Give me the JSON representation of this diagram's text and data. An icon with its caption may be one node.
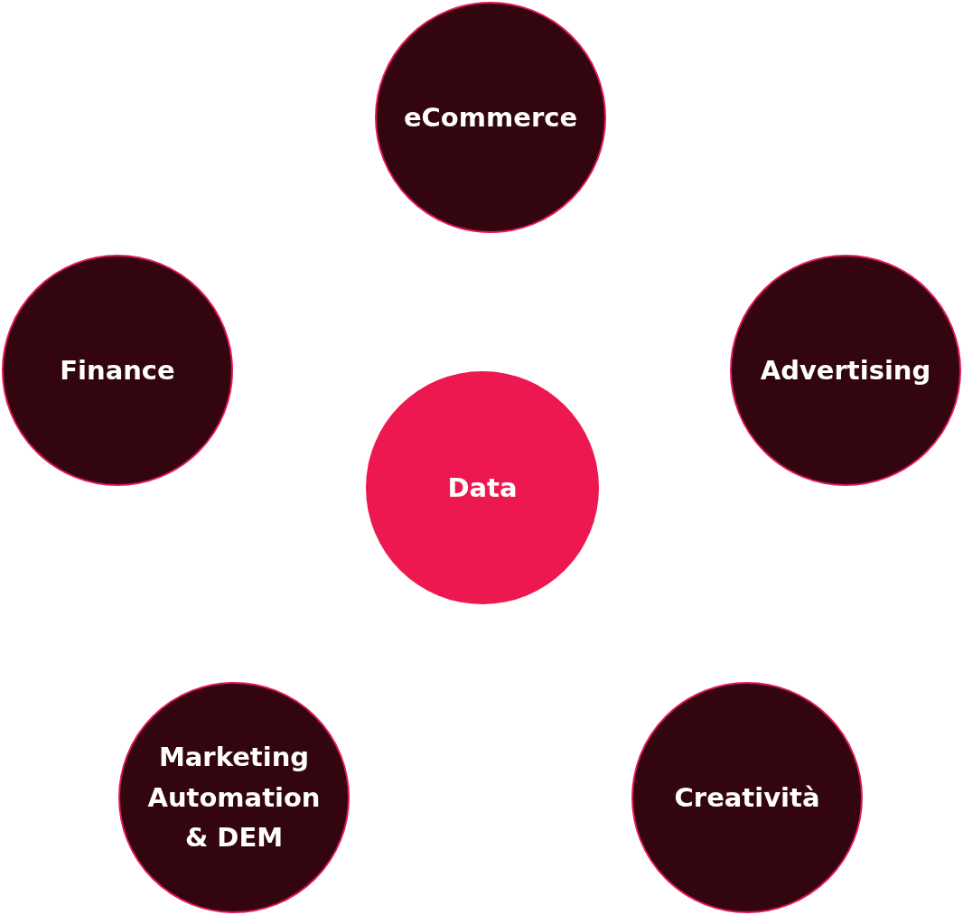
{
  "diagram": {
    "nodes": [
      {
        "text": [
          "eCommerce"
        ]
      },
      {
        "text": [
          "Finance"
        ]
      },
      {
        "text": [
          "Advertising"
        ]
      },
      {
        "text": [
          "Data"
        ]
      },
      {
        "text": [
          "Marketing Automation & DEM"
        ]
      },
      {
        "text": [
          "Creatività"
        ]
      }
    ]
  }
}
